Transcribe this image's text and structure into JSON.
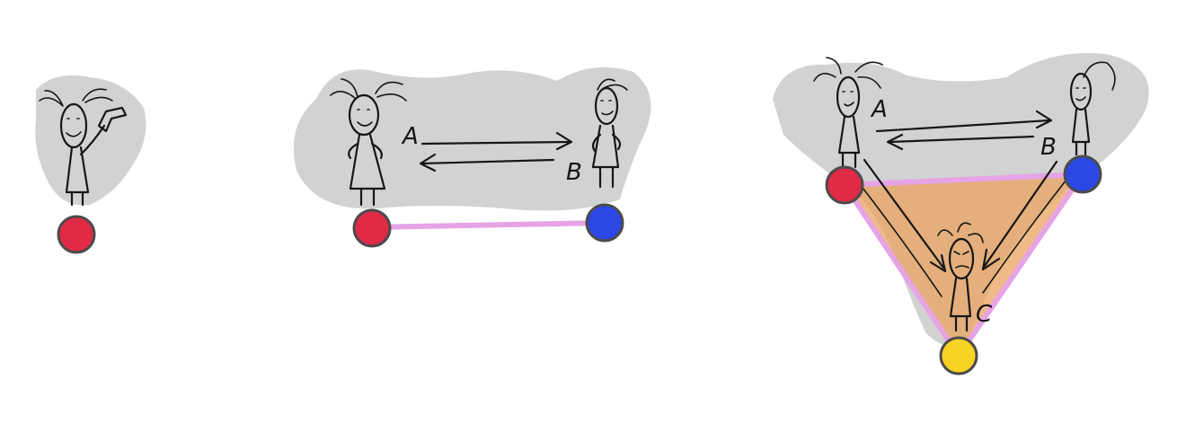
{
  "colors": {
    "background": "#ffffff",
    "blob": "#cfd1d0",
    "node_red": "#e12a45",
    "node_blue": "#2b47e6",
    "node_yellow": "#f7d323",
    "node_stroke": "#4b4b4b",
    "edge": "#e6a3e6",
    "triangle_fill": "#e9a35f"
  },
  "panels": [
    {
      "name": "single",
      "labels": []
    },
    {
      "name": "pair",
      "labels": [
        "A",
        "B"
      ]
    },
    {
      "name": "triad",
      "labels": [
        "A",
        "B",
        "C"
      ]
    }
  ]
}
